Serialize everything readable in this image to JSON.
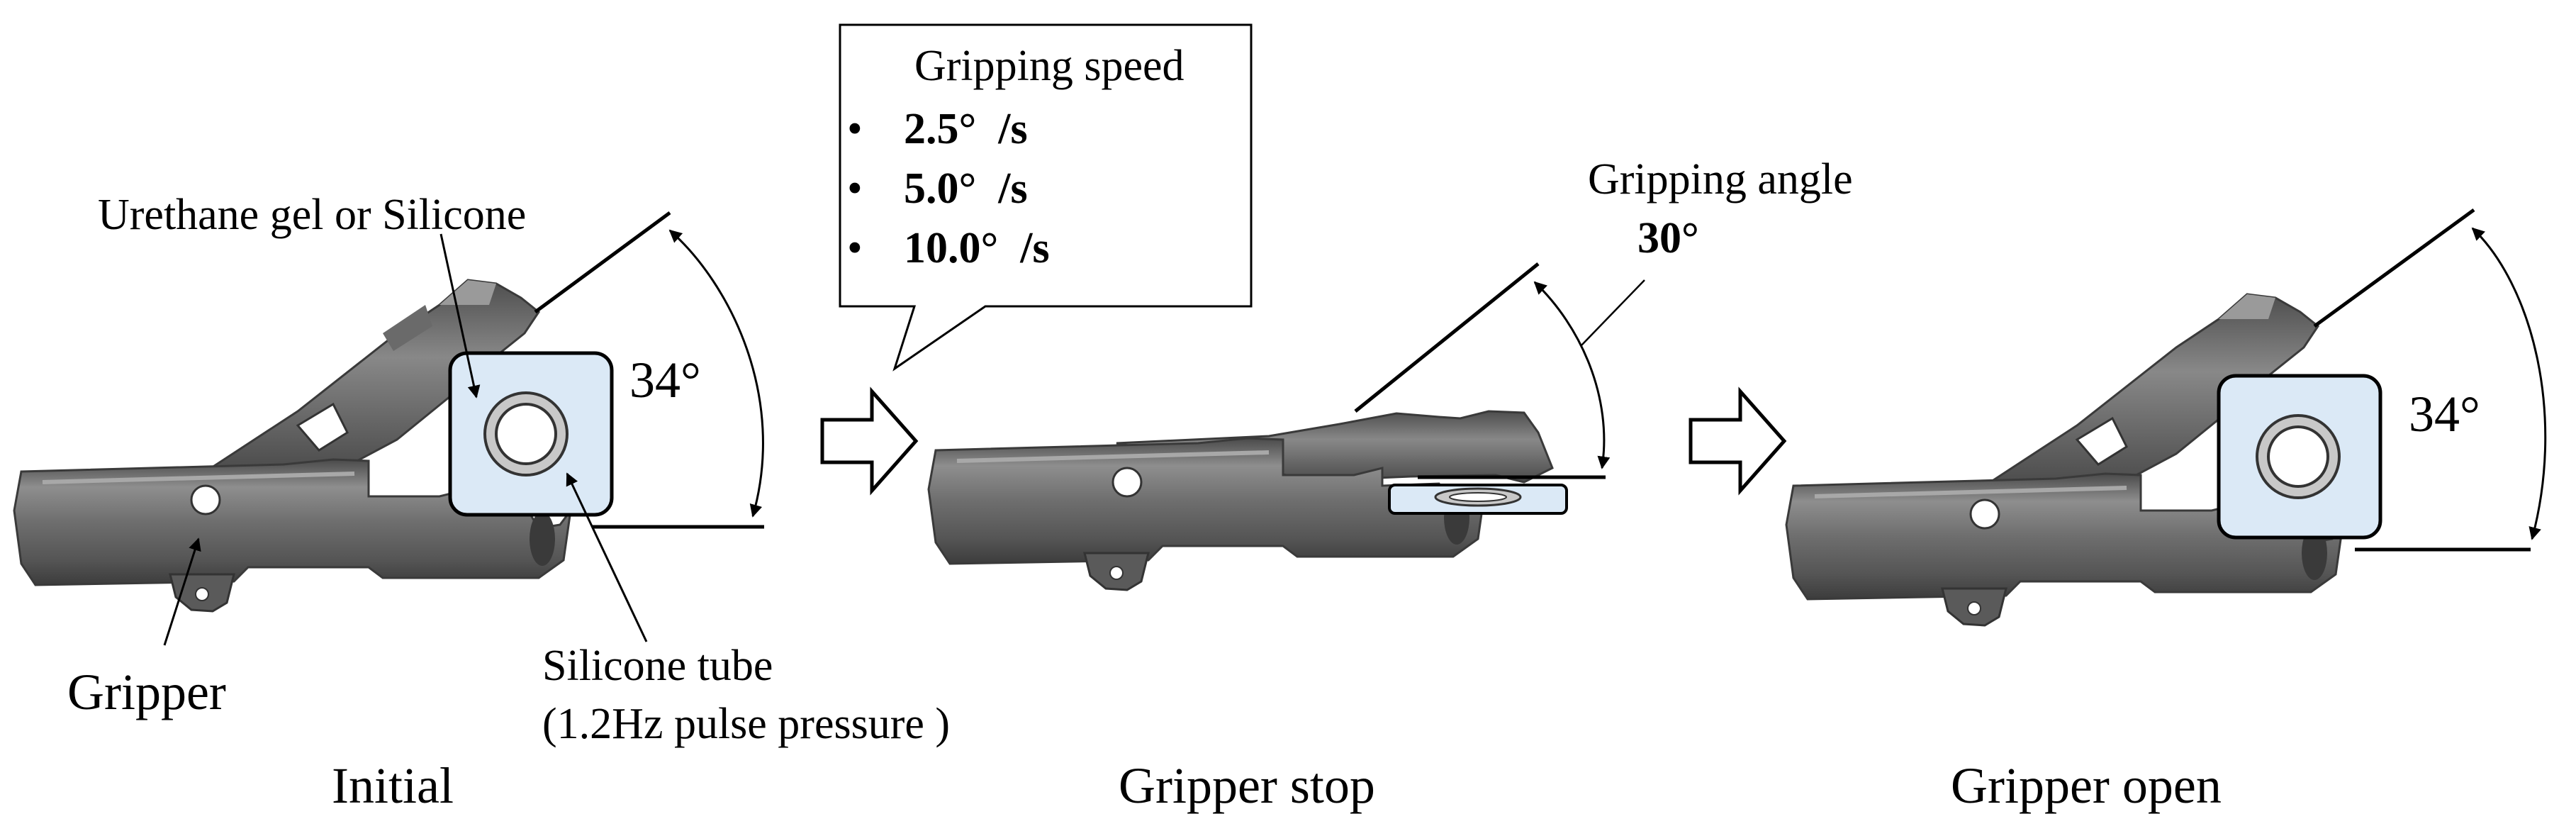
{
  "callout": {
    "title": "Gripping speed",
    "speeds": [
      "2.5° /s",
      "5.0° /s",
      "10.0° /s"
    ]
  },
  "labels": {
    "urethane": "Urethane gel or Silicone",
    "angle_initial": "34°",
    "gripper": "Gripper",
    "tube": "Silicone tube",
    "pulse": "(1.2Hz pulse pressure )",
    "grip_angle_title": "Gripping angle",
    "grip_angle_value": "30°",
    "angle_open": "34°"
  },
  "stages": {
    "initial": "Initial",
    "stop": "Gripper stop",
    "open": "Gripper open"
  },
  "colors": {
    "metal_dark": "#555555",
    "metal_mid": "#8c8c8c",
    "metal_light": "#b5b5b5",
    "pad_fill": "#dbe9f6",
    "tube_ring": "#c8c8c8"
  }
}
